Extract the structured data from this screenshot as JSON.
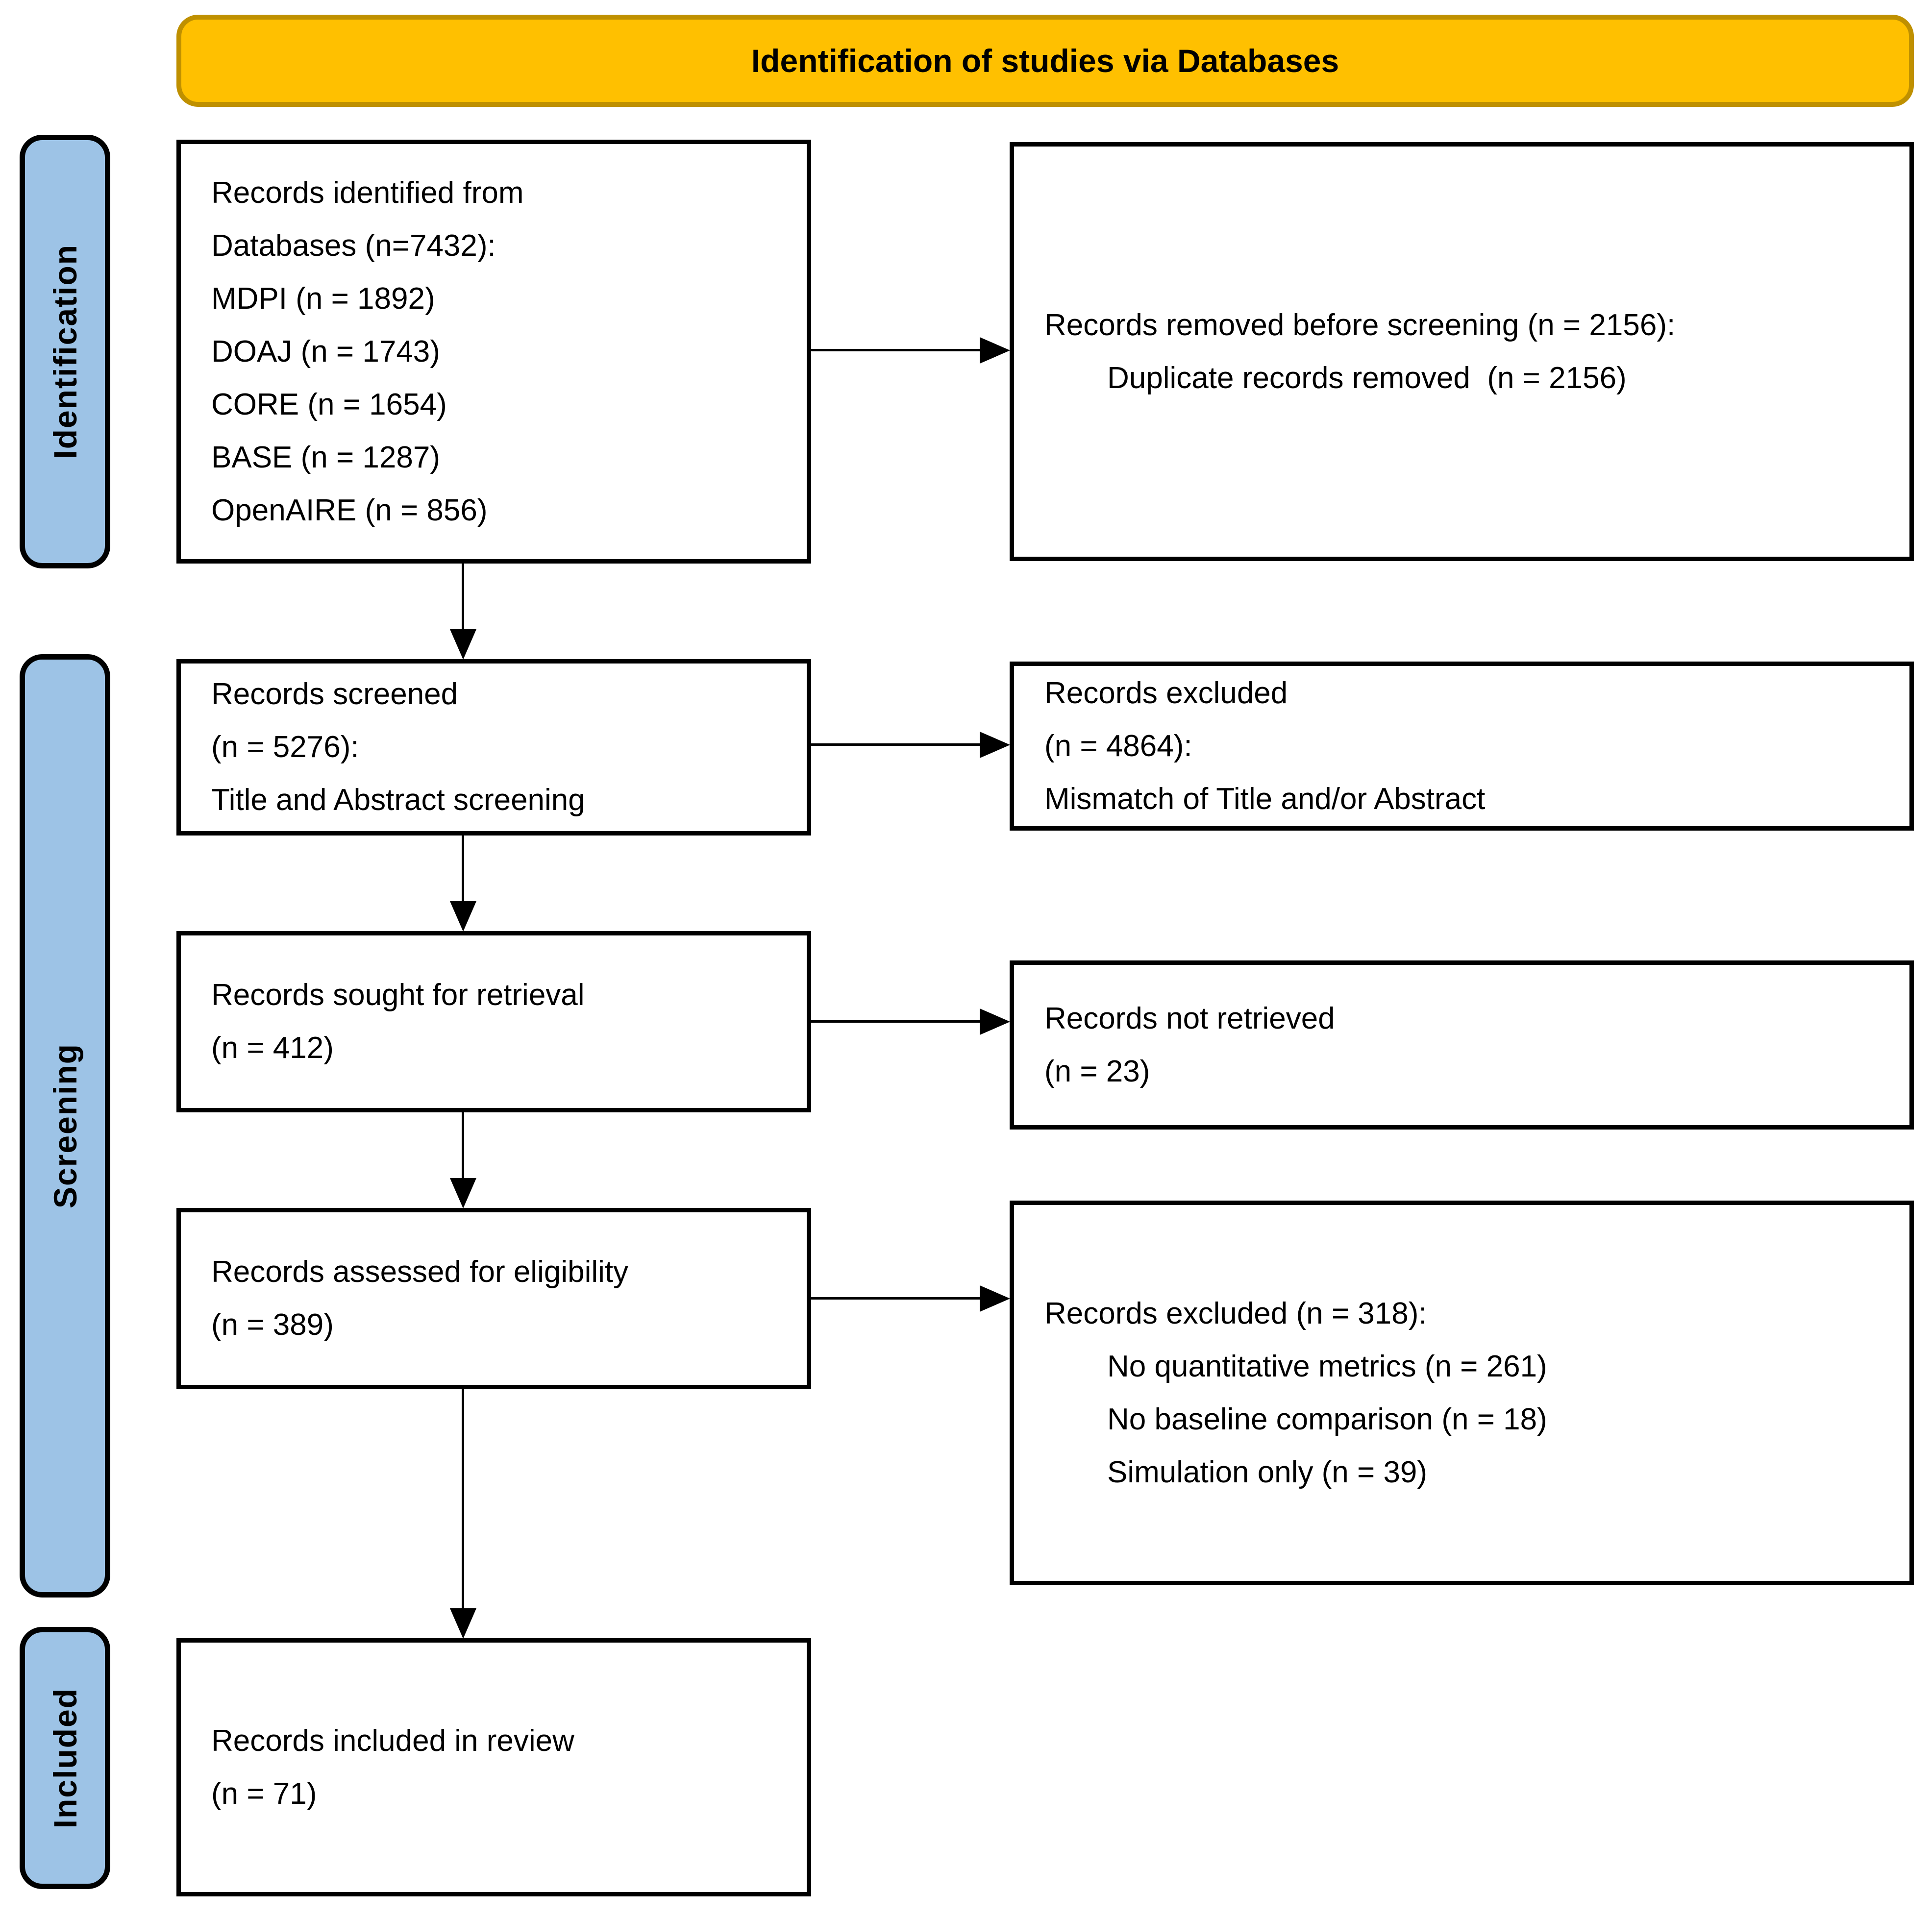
{
  "header": {
    "title": "Identification of studies via Databases"
  },
  "colors": {
    "header_fill": "#FFC000",
    "header_border": "#BF9000",
    "stage_fill": "#9DC3E6",
    "line_color": "#000000"
  },
  "stages": [
    {
      "label": "Identification"
    },
    {
      "label": "Screening"
    },
    {
      "label": "Included"
    }
  ],
  "boxes": {
    "identified": {
      "lines": [
        "Records identified from",
        "Databases (n=7432):",
        "MDPI (n = 1892)",
        "DOAJ (n = 1743)",
        "CORE (n = 1654)",
        "BASE (n = 1287)",
        "OpenAIRE (n = 856)"
      ]
    },
    "removed": {
      "lines": [
        "Records removed before screening (n = 2156):",
        "Duplicate records removed  (n = 2156)"
      ]
    },
    "screened": {
      "lines": [
        "Records screened",
        "(n = 5276):",
        "Title and Abstract screening"
      ]
    },
    "excluded_screening": {
      "lines": [
        "Records excluded",
        "(n = 4864):",
        "Mismatch of Title and/or Abstract"
      ]
    },
    "sought": {
      "lines": [
        "Records sought for retrieval",
        "(n = 412)"
      ]
    },
    "not_retrieved": {
      "lines": [
        "Records not retrieved",
        "(n = 23)"
      ]
    },
    "assessed": {
      "lines": [
        "Records assessed for eligibility",
        "(n = 389)"
      ]
    },
    "excluded_eligibility": {
      "lines": [
        "Records excluded (n = 318):",
        "No quantitative metrics (n = 261)",
        "No baseline comparison (n = 18)",
        "Simulation only (n = 39)"
      ]
    },
    "included": {
      "lines": [
        "Records included in review",
        "(n = 71)"
      ]
    }
  }
}
